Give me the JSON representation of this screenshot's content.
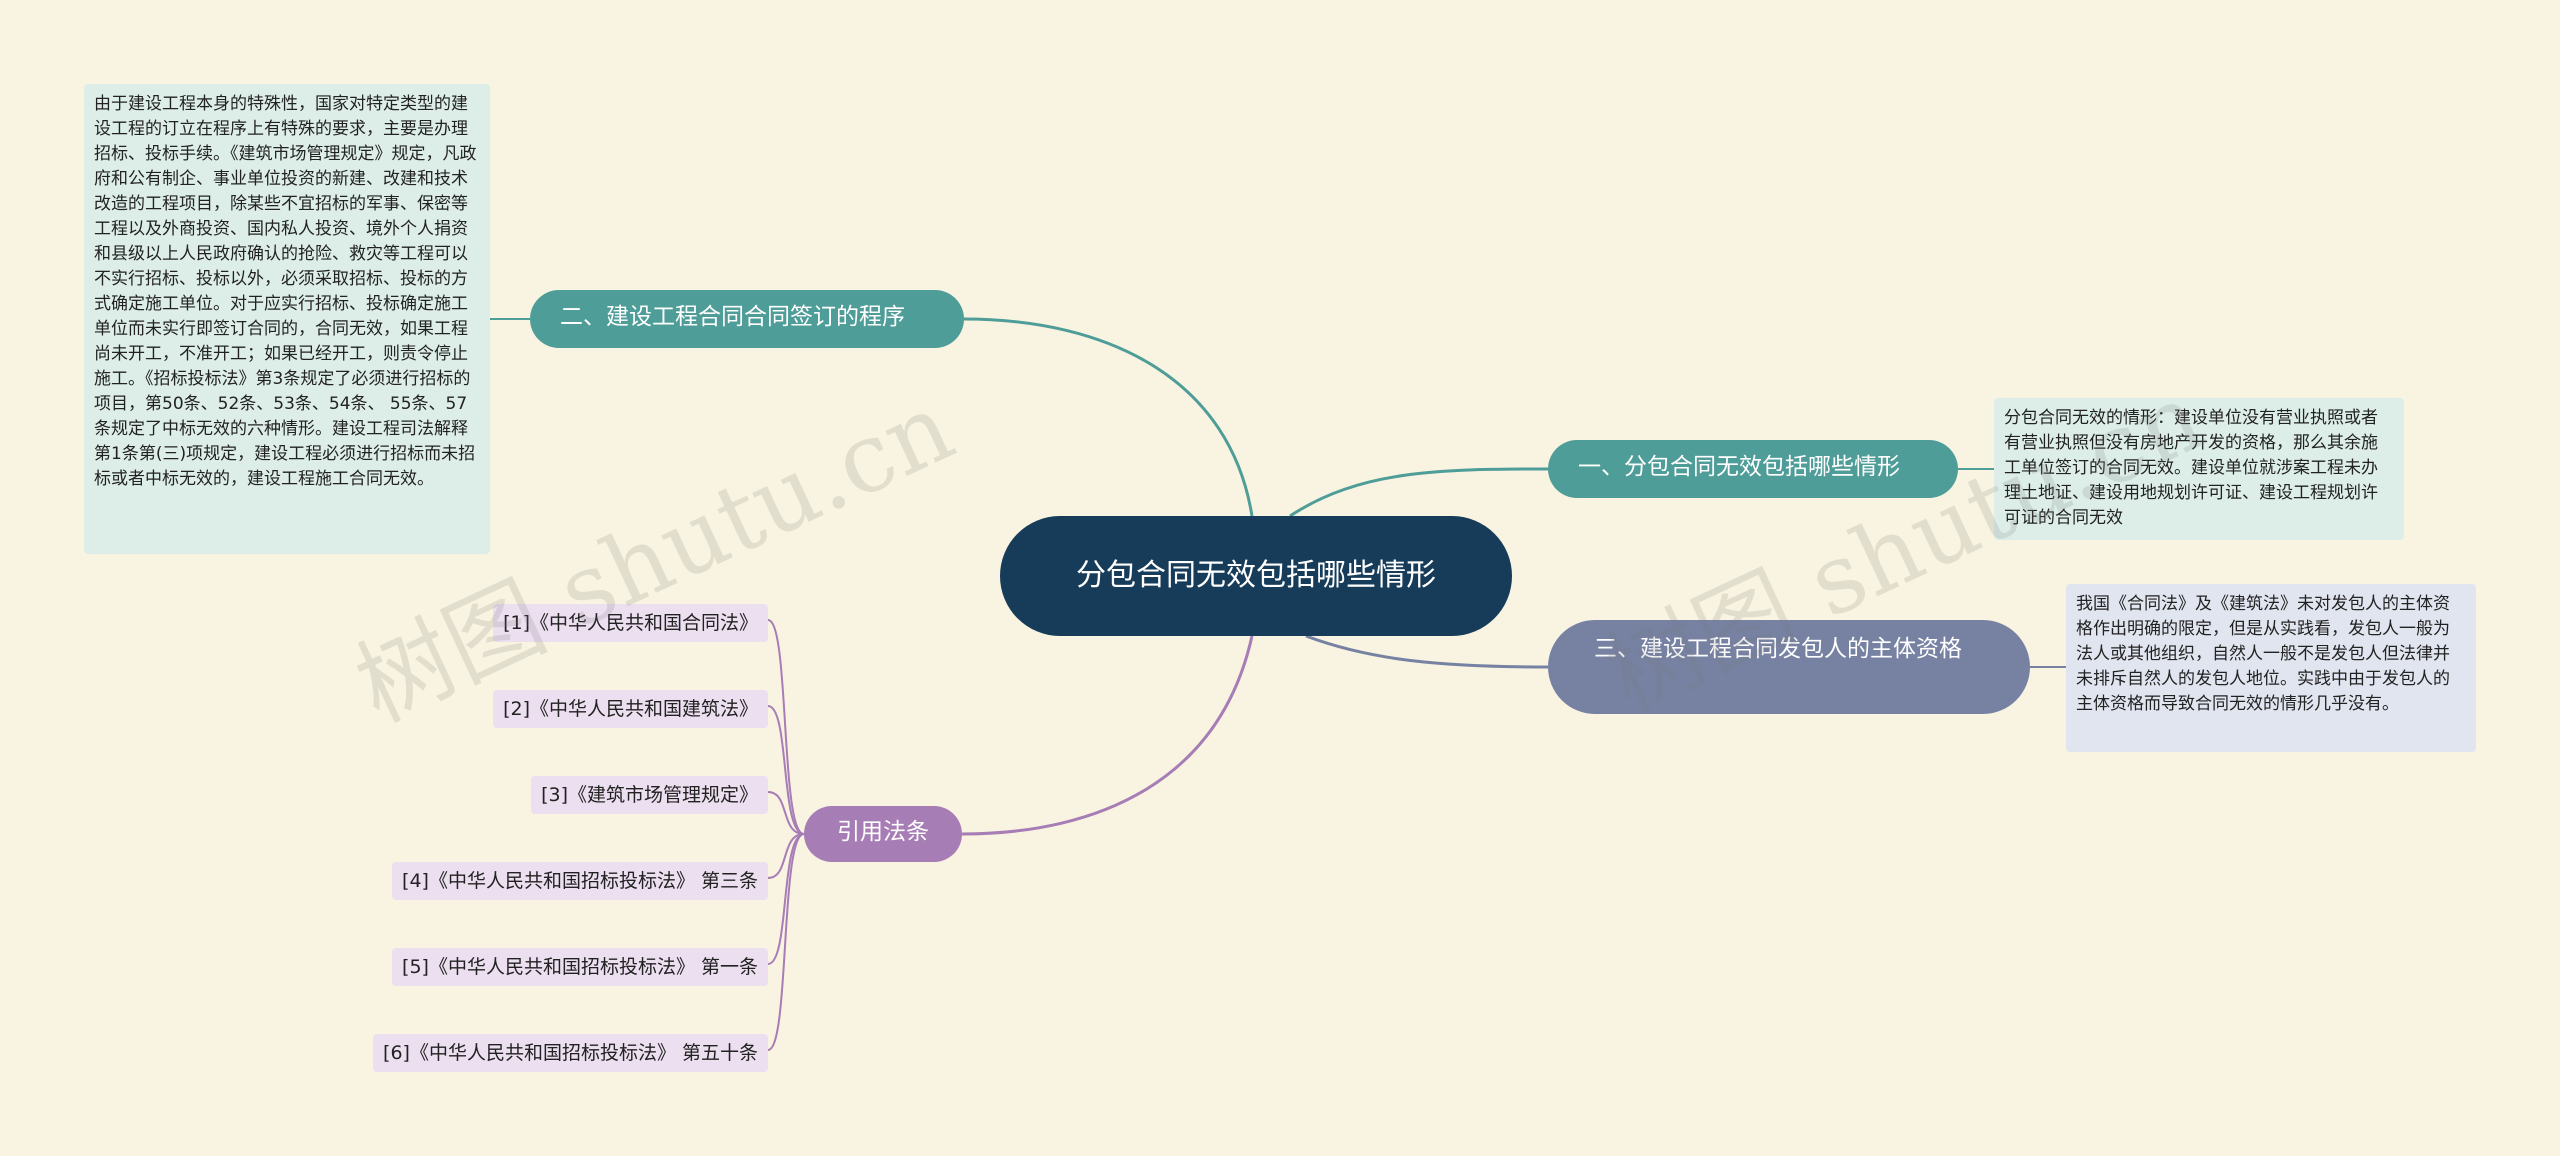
{
  "root": {
    "title": "分包合同无效包括哪些情形"
  },
  "branches": {
    "one": {
      "label": "一、分包合同无效包括哪些情形",
      "detail": "分包合同无效的情形：建设单位没有营业执照或者有营业执照但没有房地产开发的资格，那么其余施工单位签订的合同无效。建设单位就涉案工程未办理土地证、建设用地规划许可证、建设工程规划许可证的合同无效"
    },
    "two": {
      "label": "二、建设工程合同合同签订的程序",
      "detail": "由于建设工程本身的特殊性，国家对特定类型的建设工程的订立在程序上有特殊的要求，主要是办理招标、投标手续。《建筑市场管理规定》规定，凡政府和公有制企、事业单位投资的新建、改建和技术改造的工程项目，除某些不宜招标的军事、保密等工程以及外商投资、国内私人投资、境外个人捐资和县级以上人民政府确认的抢险、救灾等工程可以不实行招标、投标以外，必须采取招标、投标的方式确定施工单位。对于应实行招标、投标确定施工单位而未实行即签订合同的，合同无效，如果工程尚未开工，不准开工；如果已经开工，则责令停止施工。《招标投标法》第3条规定了必须进行招标的项目，第50条、52条、53条、54条、 55条、57条规定了中标无效的六种情形。建设工程司法解释第1条第(三)项规定，建设工程必须进行招标而未招标或者中标无效的，建设工程施工合同无效。"
    },
    "three": {
      "label": "三、建设工程合同发包人的主体资格",
      "detail": "我国《合同法》及《建筑法》未对发包人的主体资格作出明确的限定，但是从实践看，发包人一般为法人或其他组织，自然人一般不是发包人但法律并未排斥自然人的发包人地位。实践中由于发包人的主体资格而导致合同无效的情形几乎没有。"
    },
    "refs": {
      "label": "引用法条",
      "items": [
        "[1]《中华人民共和国合同法》",
        "[2]《中华人民共和国建筑法》",
        "[3]《建筑市场管理规定》",
        "[4]《中华人民共和国招标投标法》 第三条",
        "[5]《中华人民共和国招标投标法》 第一条",
        "[6]《中华人民共和国招标投标法》 第五十条"
      ]
    }
  },
  "colors": {
    "background": "#f9f4e1",
    "root": "#173c5a",
    "teal": "#4f9d98",
    "slate": "#7782a3",
    "purple": "#a77db6",
    "leaf_teal": "#ddeee8",
    "leaf_slate": "#e1e5f0",
    "leaf_purple": "#ecdff0"
  },
  "watermark": [
    "树图 shutu.cn",
    "树图 shutu.cn"
  ]
}
